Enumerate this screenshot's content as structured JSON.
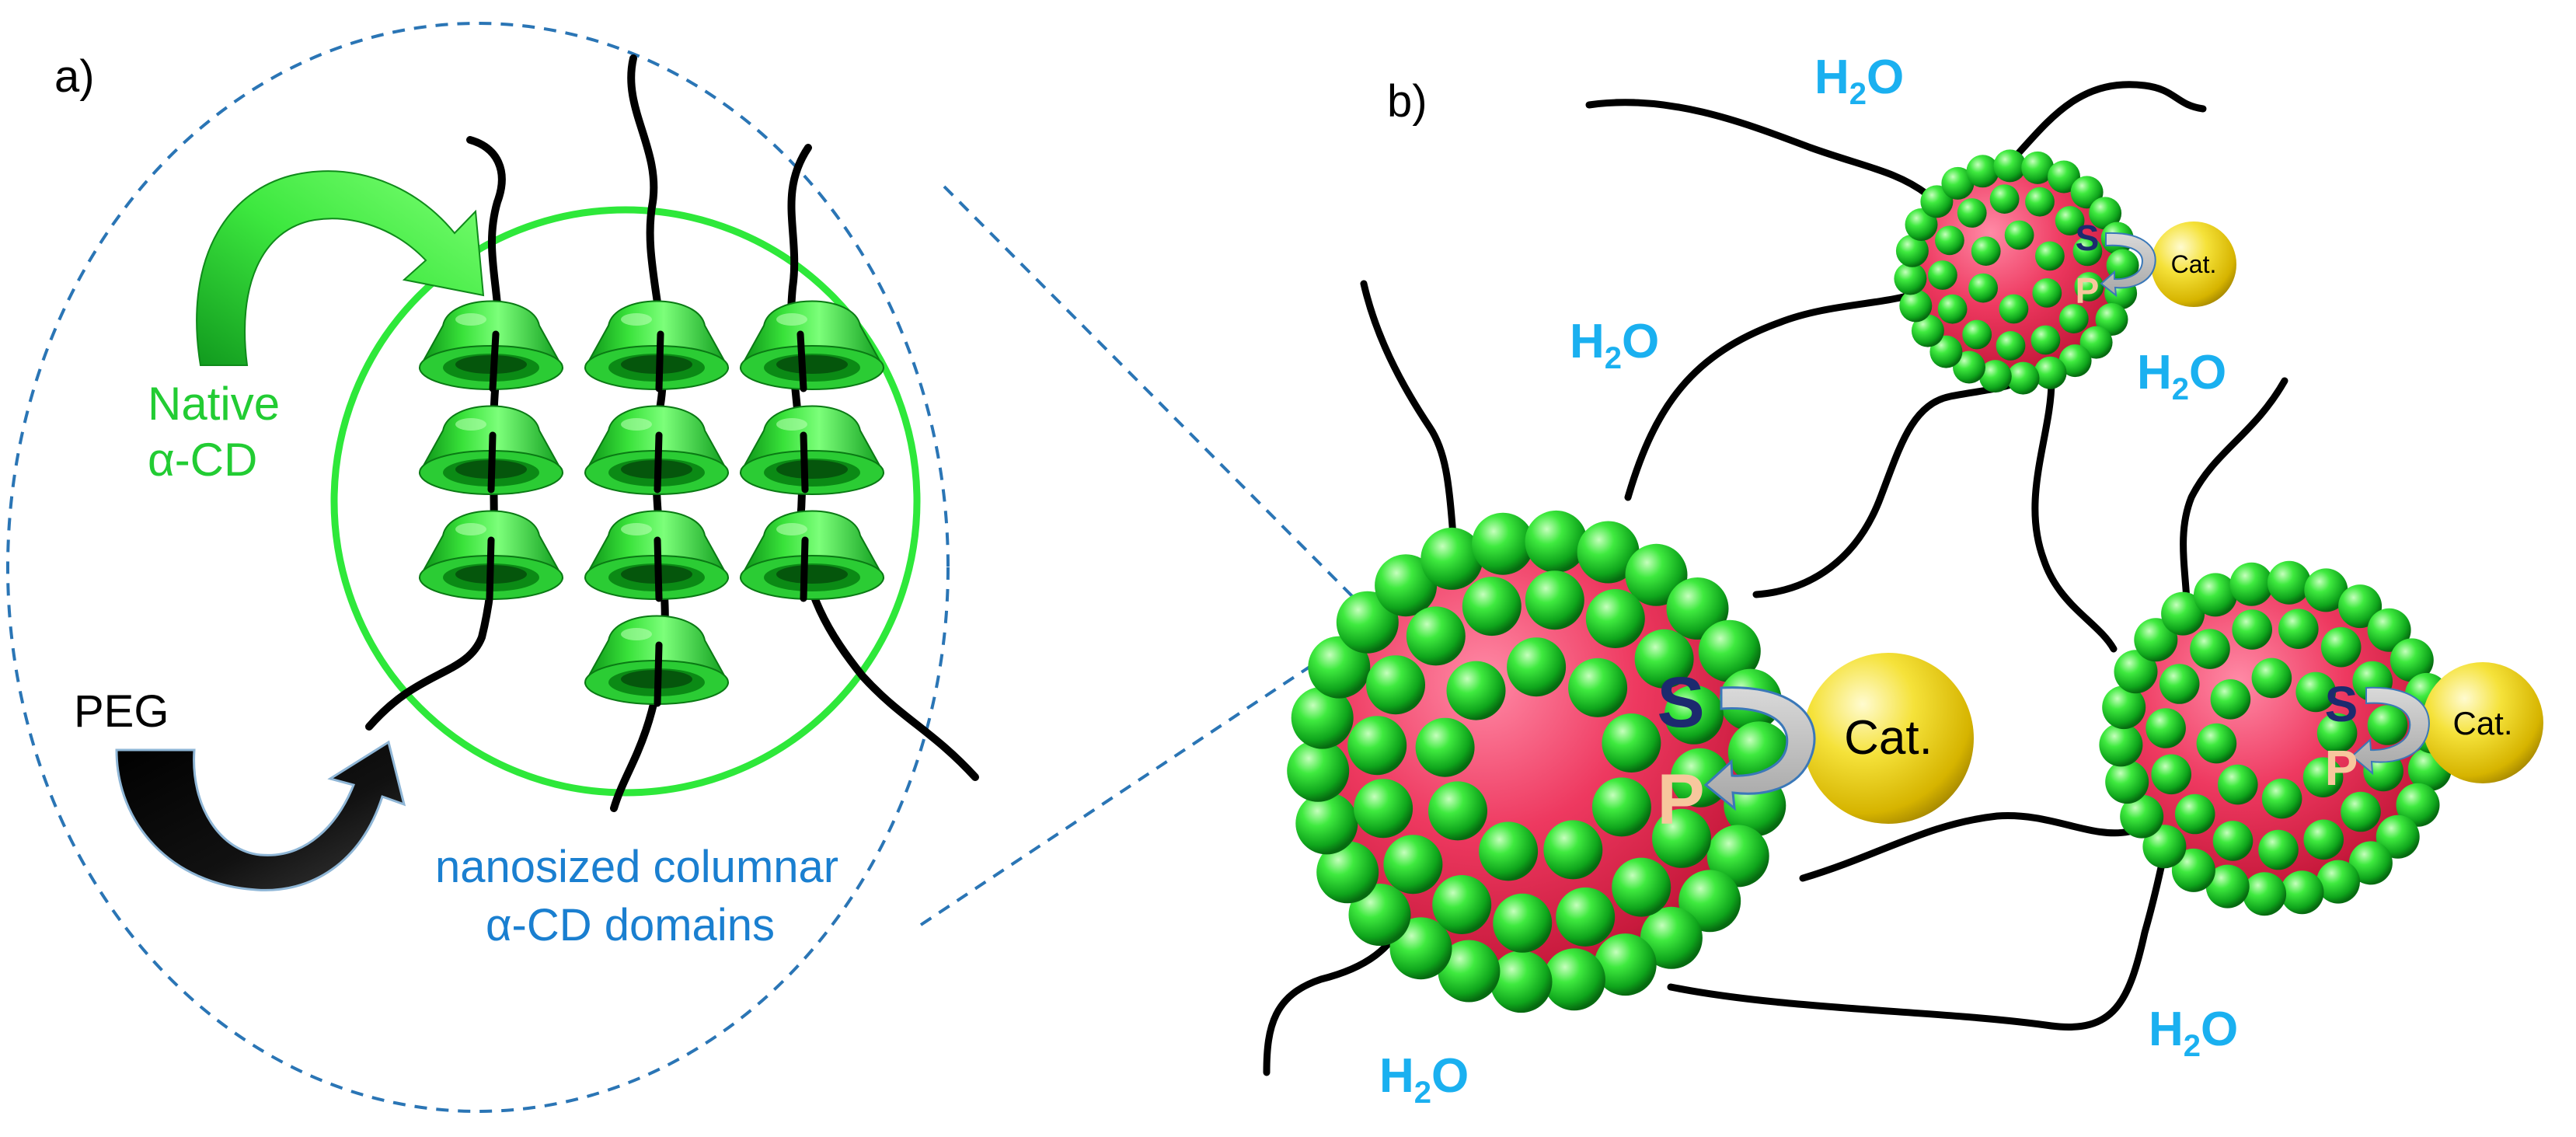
{
  "panel_a": {
    "label": "a)",
    "native_label_line1": "Native",
    "native_label_line2": "α-CD",
    "peg_label": "PEG",
    "domains_label_line1": "nanosized columnar",
    "domains_label_line2": "α-CD domains"
  },
  "panel_b": {
    "label": "b)",
    "water_labels": [
      {
        "text": "H",
        "sub": "2",
        "tail": "O"
      },
      {
        "text": "H",
        "sub": "2",
        "tail": "O"
      },
      {
        "text": "H",
        "sub": "2",
        "tail": "O"
      },
      {
        "text": "H",
        "sub": "2",
        "tail": "O"
      },
      {
        "text": "H",
        "sub": "2",
        "tail": "O"
      }
    ],
    "substrate": "S",
    "product": "P",
    "catalyst": "Cat."
  },
  "colors": {
    "green_text": "#22cc33",
    "blue_text": "#1a7fd0",
    "water_blue": "#1ab0f0",
    "dashed_circle": "#2a75b5",
    "bright_green_ring": "#2ee83a",
    "nanoparticle_red": "#e8345a",
    "catalyst_yellow": "#f0d418",
    "substrate_navy": "#1c2a6e",
    "product_peach": "#f7c79d"
  }
}
